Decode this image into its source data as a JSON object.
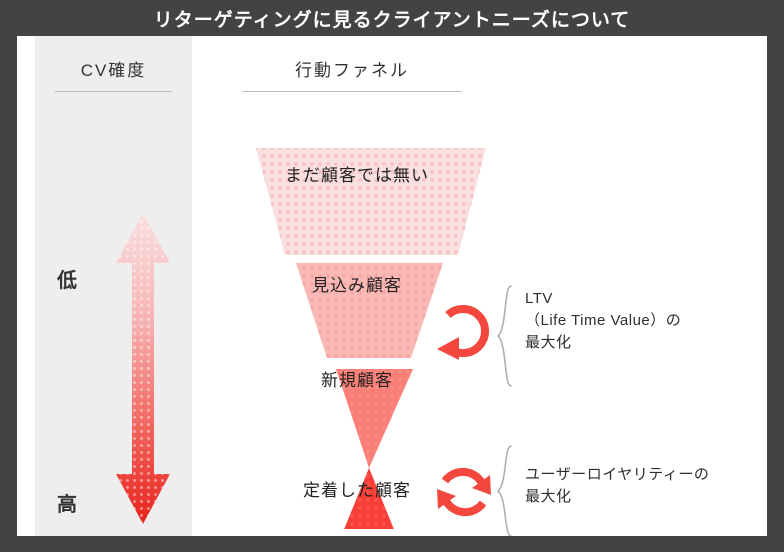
{
  "title": "リターゲティングに見るクライアントニーズについて",
  "colors": {
    "frame": "#434343",
    "panel": "#eeeeee",
    "accent_light": "#fadfe0",
    "accent_mid": "#fbb9b6",
    "accent_strong": "#fb7f76",
    "accent_deep": "#f83f37",
    "text": "#222222",
    "rule": "#b9b9b9"
  },
  "cv_axis": {
    "heading": "CV確度",
    "top_label": "低",
    "bottom_label": "高",
    "arrow_icon": "double-headed-vertical-arrow-icon"
  },
  "funnel": {
    "heading": "行動ファネル",
    "segments": [
      {
        "label": "まだ顧客では無い",
        "color": "#fadfe0",
        "shape": "trapezoid"
      },
      {
        "label": "見込み顧客",
        "color": "#fbb9b6",
        "shape": "trapezoid"
      },
      {
        "label": "新規顧客",
        "color": "#fb7f76",
        "shape": "inverted-triangle"
      },
      {
        "label": "定着した顧客",
        "color": "#f83f37",
        "shape": "triangle"
      }
    ]
  },
  "annotations": [
    {
      "icon": "circular-arrow-icon",
      "brace": "curly-brace-icon",
      "lines": [
        "LTV",
        "（Life Time Value）の",
        "最大化"
      ]
    },
    {
      "icon": "recycle-arrows-icon",
      "brace": "curly-brace-icon",
      "lines": [
        "ユーザーロイヤリティーの",
        "最大化"
      ]
    }
  ]
}
